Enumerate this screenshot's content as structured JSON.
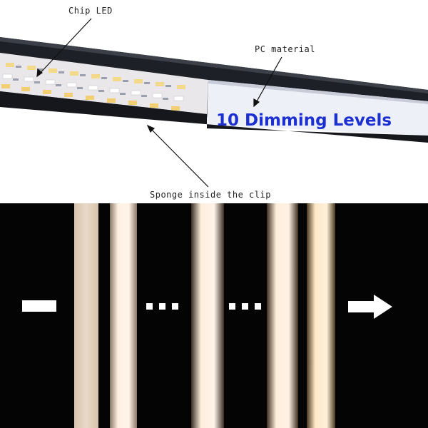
{
  "labels": {
    "chip_led": "Chip LED",
    "pc_material": "PC material",
    "headline": "10 Dimming Levels",
    "sponge": "Sponge inside the clip"
  },
  "icons": {
    "minus": "minus-icon",
    "dots": "ellipsis-icon",
    "arrow": "arrow-right-icon"
  },
  "colors": {
    "headline": "#1c2fd1",
    "panel_background": "#040404",
    "warm_light": "#ffe8cc",
    "profile": "#1d2026"
  }
}
